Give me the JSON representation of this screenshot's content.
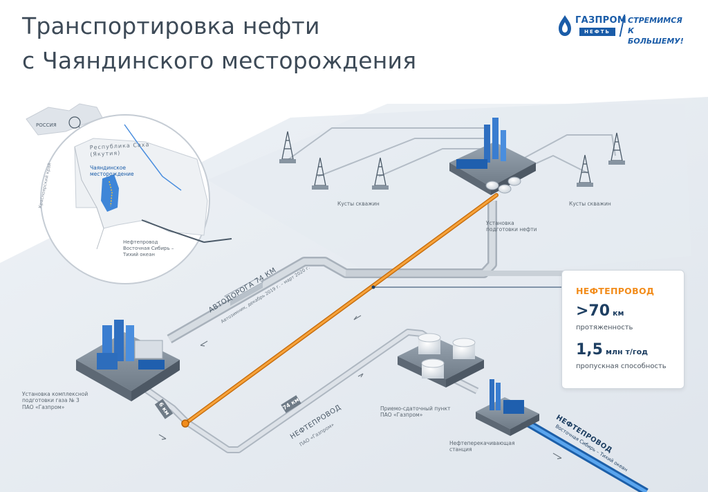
{
  "header": {
    "title_line1": "Транспортировка нефти",
    "title_line2": "с Чаяндинского месторождения"
  },
  "brand": {
    "name": "ГАЗПРОМ",
    "sub": "НЕФТЬ",
    "slogan": "СТРЕМИМСЯ\nК БОЛЬШЕМУ!",
    "color": "#1a5ca8"
  },
  "inset_map": {
    "country": "РОССИЯ",
    "region": "Республика Саха (Якутия)",
    "field": "Чаяндинское месторождение",
    "pipeline": "Нефтепровод Восточная Сибирь – Тихий океан",
    "territory": "Красноярский край"
  },
  "labels": {
    "wells_left": "Кусты скважин",
    "wells_right": "Кусты скважин",
    "oil_prep": "Установка\nподготовки нефти",
    "gas_plant": "Установка комплексной\nподготовки газа № 3\nПАО «Газпром»",
    "receiving": "Приемо-сдаточный пункт\nПАО «Газпром»",
    "pump_station": "Нефтеперекачивающая\nстанция"
  },
  "road": {
    "title": "АВТОДОРОГА 74 КМ",
    "note": "Автозимник, декабрь 2019 г. – март 2020 г."
  },
  "pipe_74": {
    "badge": "74 км",
    "title": "НЕФТЕПРОВОД",
    "owner": "ПАО «Газпром»"
  },
  "pipe_6": {
    "badge": "6 км"
  },
  "espo": {
    "title": "НЕФТЕПРОВОД",
    "sub": "Восточная Сибирь – Тихий океан"
  },
  "info_box": {
    "title": "НЕФТЕПРОВОД",
    "length_value": ">70",
    "length_unit": "км",
    "length_caption": "протяженность",
    "capacity_value": "1,5",
    "capacity_unit": "млн т/год",
    "capacity_caption": "пропускная способность"
  },
  "colors": {
    "orange_pipe": "#f28c1b",
    "blue_pipe": "#2f7fd0",
    "grey_pipe": "#c2c9d1",
    "accent_text": "#1e3f62"
  },
  "icons": {
    "rig": "drilling-rig-icon",
    "tank": "storage-tank-icon",
    "plant": "processing-plant-icon",
    "truck": "truck-icon"
  }
}
